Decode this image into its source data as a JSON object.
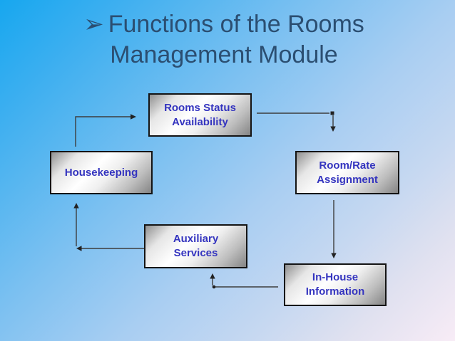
{
  "slide": {
    "title": {
      "bullet": "➢",
      "line1": "Functions of the Rooms",
      "line2": "Management Module"
    }
  },
  "diagram": {
    "nodes": {
      "rooms_status": {
        "line1": "Rooms Status",
        "line2": "Availability"
      },
      "housekeeping": {
        "line1": "Housekeeping",
        "line2": ""
      },
      "room_rate": {
        "line1": "Room/Rate",
        "line2": "Assignment"
      },
      "auxiliary": {
        "line1": "Auxiliary",
        "line2": "Services"
      },
      "in_house": {
        "line1": "In-House",
        "line2": "Information"
      }
    },
    "flow": [
      "Housekeeping -> Rooms Status Availability",
      "Rooms Status Availability -> Room/Rate Assignment",
      "Room/Rate Assignment -> In-House Information",
      "In-House Information -> Auxiliary Services",
      "Auxiliary Services -> Housekeeping"
    ],
    "colors": {
      "background_start": "#17a7ef",
      "background_end": "#f8ecf6",
      "title_text": "#2b4e71",
      "node_text": "#3434bf",
      "node_border": "#141414",
      "connector": "#3d3d3d"
    }
  }
}
